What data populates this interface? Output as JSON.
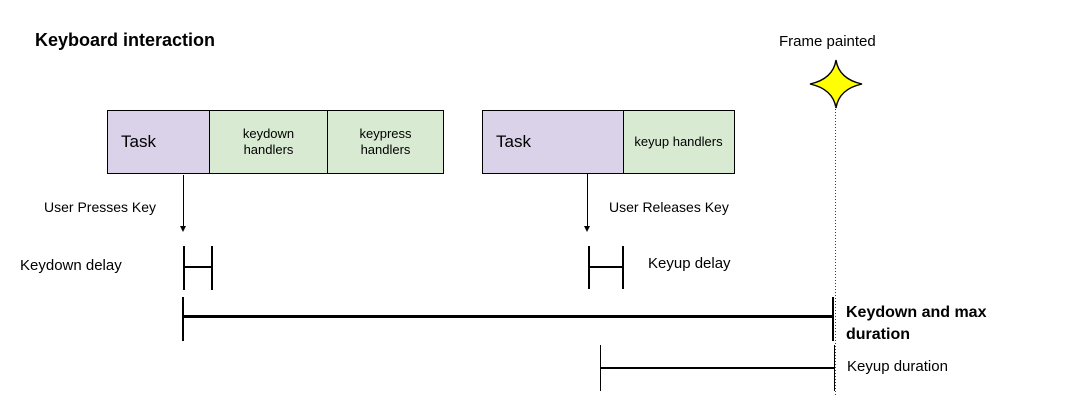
{
  "title": "Keyboard interaction",
  "annotations": {
    "frame_painted": "Frame painted",
    "user_presses_key": "User Presses Key",
    "user_releases_key": "User Releases Key",
    "keydown_delay": "Keydown delay",
    "keyup_delay": "Keyup delay",
    "keydown_max_duration": "Keydown and max duration",
    "keyup_duration": "Keyup duration"
  },
  "blocks": {
    "task1": "Task",
    "keydown_handlers": "keydown handlers",
    "keypress_handlers": "keypress handlers",
    "task2": "Task",
    "keyup_handlers": "keyup handlers"
  },
  "icons": {
    "frame_painted_marker": "four-point-star"
  },
  "colors": {
    "task_fill": "#d9d2e9",
    "handler_fill": "#d9ead3",
    "star_fill": "#ffff00",
    "star_stroke": "#000000",
    "line": "#000000",
    "background": "#ffffff"
  }
}
